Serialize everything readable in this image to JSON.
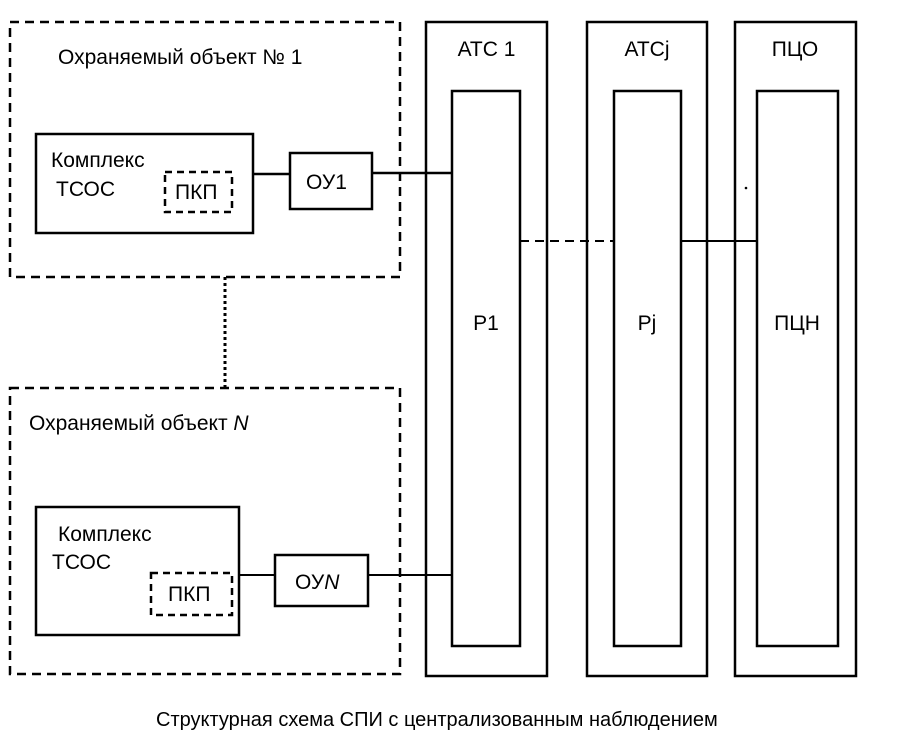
{
  "diagram": {
    "caption": "Структурная схема СПИ с централизованным наблюдением",
    "object1": {
      "title": "Охраняемый объект № 1",
      "complex_line1": "Комплекс",
      "complex_line2": "ТСОС",
      "pkp": "ПКП",
      "ou": "ОУ1"
    },
    "objectN": {
      "title_prefix": "Охраняемый объект ",
      "title_var": "N",
      "complex_line1": "Комплекс",
      "complex_line2": "ТСОС",
      "pkp": "ПКП",
      "ou_prefix": "ОУ",
      "ou_var": "N"
    },
    "columns": [
      {
        "title": "АТС 1",
        "inner": "Р1"
      },
      {
        "title": "АТСj",
        "inner": "Рj"
      },
      {
        "title": "ПЦО",
        "inner": "ПЦН"
      }
    ],
    "connections": [
      {
        "from": "ПКП (объект 1)",
        "to": "ОУ1",
        "style": "solid"
      },
      {
        "from": "ОУ1",
        "to": "Р1",
        "style": "solid"
      },
      {
        "from": "ПКП (объект N)",
        "to": "ОУN",
        "style": "solid"
      },
      {
        "from": "ОУN",
        "to": "Р1",
        "style": "solid"
      },
      {
        "from": "Р1",
        "to": "Рj",
        "style": "dashed"
      },
      {
        "from": "Рj",
        "to": "ПЦН",
        "style": "solid"
      },
      {
        "from": "Объект 1",
        "to": "Объект N",
        "style": "dotted"
      }
    ]
  }
}
